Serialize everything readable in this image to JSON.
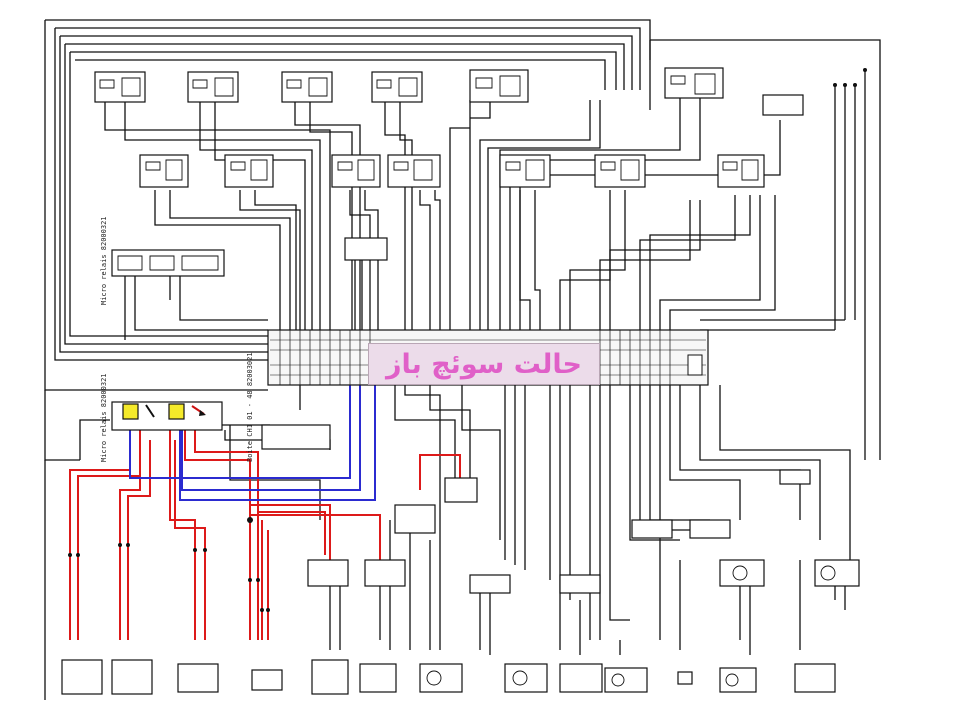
{
  "caption": "حالت سوئچ باز",
  "labels": {
    "relay_a": "Micro relais 82000321",
    "relay_b": "Micro relais 82000321",
    "connector": "Boite CH1 01 - 48 82003021"
  },
  "colors": {
    "wire_black": "#111111",
    "wire_red": "#dd1a1a",
    "wire_blue": "#2b2bd0",
    "relay_highlight": "#f5ea2a",
    "caption_bg": "#ecdcea",
    "caption_text": "#e060c8"
  }
}
